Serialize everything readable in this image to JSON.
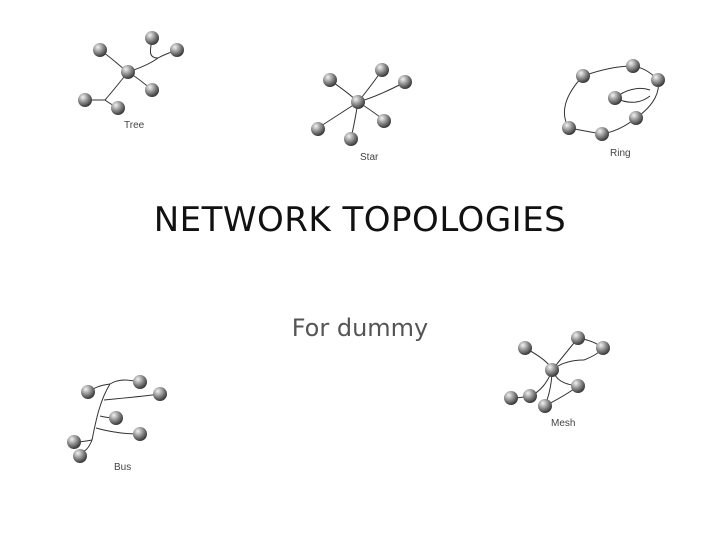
{
  "slide": {
    "title": "NETWORK TOPOLOGIES",
    "subtitle": "For dummy"
  },
  "topologies": {
    "tree": {
      "label": "Tree"
    },
    "star": {
      "label": "Star"
    },
    "ring": {
      "label": "Ring"
    },
    "bus": {
      "label": "Bus"
    },
    "mesh": {
      "label": "Mesh"
    }
  },
  "colors": {
    "node": "#808080",
    "node_highlight": "#f2f2f2",
    "link": "#333333",
    "text": "#111111"
  }
}
